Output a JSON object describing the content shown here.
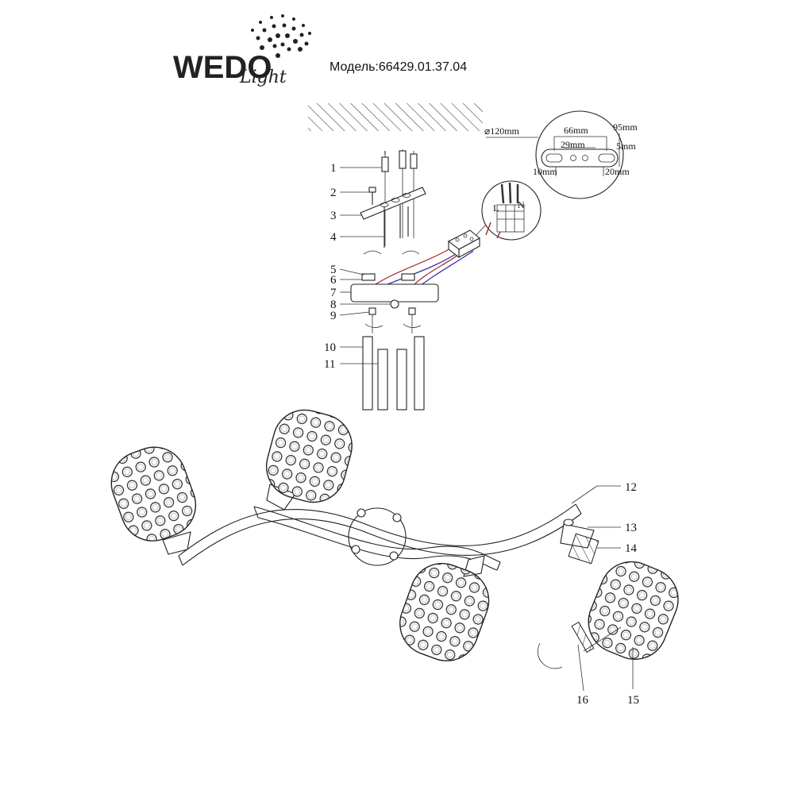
{
  "brand": {
    "logo_main": "WEDO",
    "logo_sub": "Light"
  },
  "model_label": "Модель:66429.01.37.04",
  "dimensions": {
    "diameter": "⌀120mm",
    "d66": "66mm",
    "d95": "95mm",
    "d29": "29mm",
    "d5": "5mm",
    "d10": "10mm",
    "d20": "20mm"
  },
  "parts": [
    "1",
    "2",
    "3",
    "4",
    "5",
    "6",
    "7",
    "8",
    "9",
    "10",
    "11",
    "12",
    "13",
    "14",
    "15",
    "16"
  ],
  "terminal_letters": {
    "l": "L",
    "n": "N"
  }
}
